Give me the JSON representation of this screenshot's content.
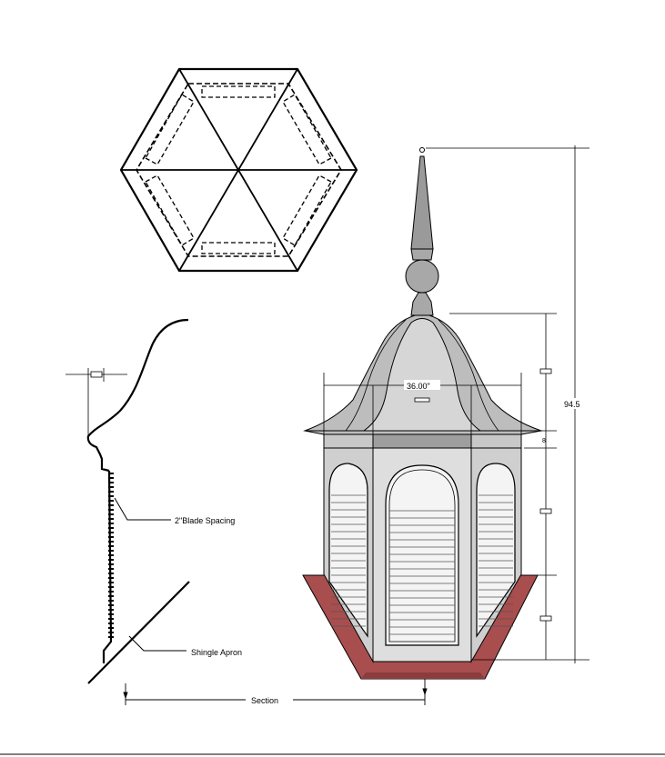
{
  "labels": {
    "blade_spacing": "2\"Blade Spacing",
    "shingle_apron": "Shingle Apron",
    "section": "Section",
    "width_dim": "36.00\"",
    "height_dim": "94.5",
    "small_dim": "8"
  },
  "colors": {
    "line": "#000000",
    "apron": "#a94e4e",
    "apron_dark": "#8c3c3c",
    "roof": "#bdbdbd",
    "roof_light": "#d6d6d6",
    "roof_dark": "#9a9a9a",
    "body": "#d9d9d9",
    "louver": "#f2f2f2",
    "finial": "#a8a8a8"
  }
}
